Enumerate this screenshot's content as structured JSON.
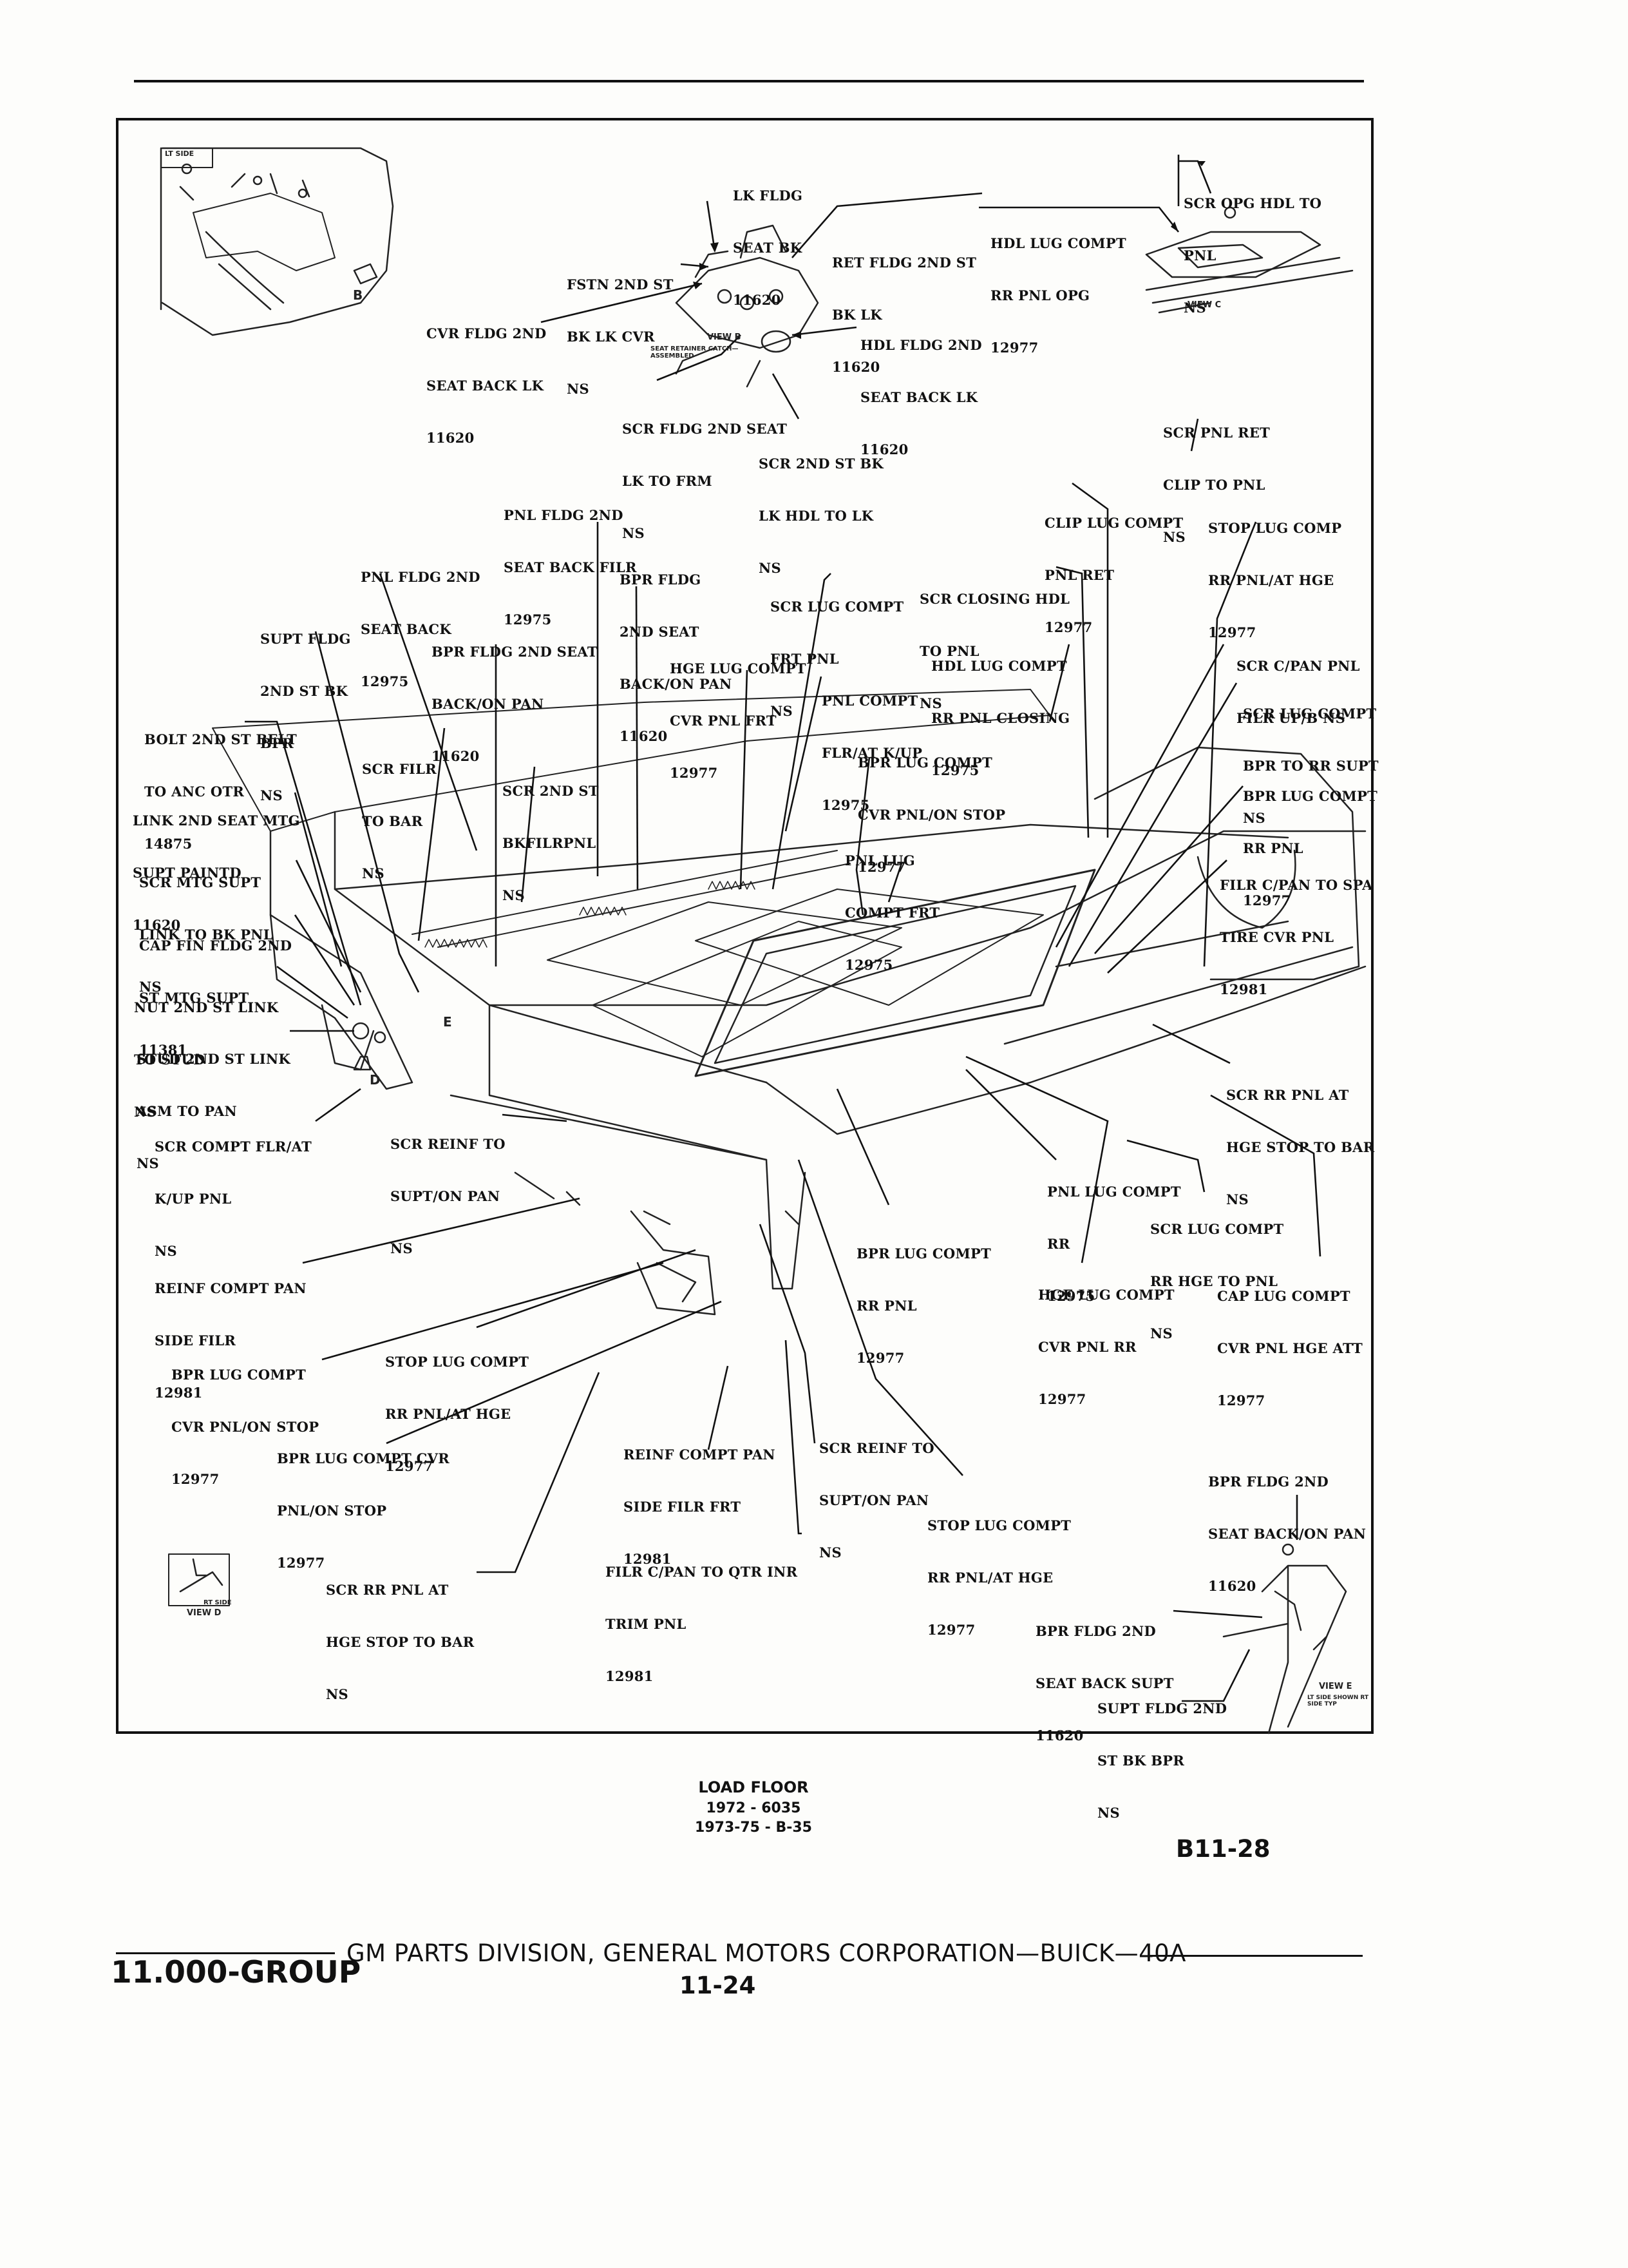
{
  "diagram": {
    "labels": [
      {
        "id": "lk-fldg-seat-bk",
        "lines": [
          "LK FLDG",
          "SEAT BK",
          "11620"
        ]
      },
      {
        "id": "scr-opg-hdl",
        "lines": [
          "SCR OPG HDL TO",
          "PNL",
          "NS"
        ]
      },
      {
        "id": "hdl-lug-compt-opg",
        "lines": [
          "HDL LUG COMPT",
          "RR PNL OPG",
          "12977"
        ]
      },
      {
        "id": "ret-fldg-2nd-st",
        "lines": [
          "RET FLDG 2ND ST",
          "BK LK",
          "11620"
        ]
      },
      {
        "id": "fstn-2nd-st",
        "lines": [
          "FSTN 2ND ST",
          "BK LK CVR",
          "NS"
        ]
      },
      {
        "id": "cvr-fldg-2nd",
        "lines": [
          "CVR FLDG 2ND",
          "SEAT BACK LK",
          "11620"
        ]
      },
      {
        "id": "hdl-fldg-2nd",
        "lines": [
          "HDL FLDG 2ND",
          "SEAT BACK LK",
          "11620"
        ]
      },
      {
        "id": "scr-fldg-2nd-seat",
        "lines": [
          "SCR FLDG 2ND SEAT",
          "LK TO FRM",
          "NS"
        ]
      },
      {
        "id": "scr-2nd-st-bk",
        "lines": [
          "SCR 2ND ST BK",
          "LK HDL TO LK",
          "NS"
        ]
      },
      {
        "id": "scr-pnl-ret",
        "lines": [
          "SCR PNL RET",
          "CLIP TO PNL",
          "NS"
        ]
      },
      {
        "id": "pnl-fldg-2nd-filr",
        "lines": [
          "PNL FLDG 2ND",
          "SEAT BACK FILR",
          "12975"
        ]
      },
      {
        "id": "clip-lug-compt",
        "lines": [
          "CLIP LUG COMPT",
          "PNL RET",
          "12977"
        ]
      },
      {
        "id": "stop-lug-comp",
        "lines": [
          "STOP LUG COMP",
          "RR PNL/AT HGE",
          "12977"
        ]
      },
      {
        "id": "pnl-fldg-2nd-seat-back",
        "lines": [
          "PNL FLDG 2ND",
          "SEAT BACK",
          "12975"
        ]
      },
      {
        "id": "bpr-fldg-2nd-seat-back-on-pan-top",
        "lines": [
          "BPR FLDG",
          "2ND SEAT",
          "BACK/ON PAN",
          "11620"
        ]
      },
      {
        "id": "scr-lug-compt-frt",
        "lines": [
          "SCR LUG COMPT",
          "FRT PNL",
          "NS"
        ]
      },
      {
        "id": "scr-closing-hdl",
        "lines": [
          "SCR CLOSING HDL",
          "TO PNL",
          "NS"
        ]
      },
      {
        "id": "supt-fldg-2nd",
        "lines": [
          "SUPT FLDG",
          "2ND ST BK",
          "BPR",
          "NS"
        ]
      },
      {
        "id": "bpr-fldg-2nd-seat-back-on-pan-mid",
        "lines": [
          "BPR FLDG 2ND SEAT",
          "BACK/ON PAN",
          "11620"
        ]
      },
      {
        "id": "hge-lug-compt-frt",
        "lines": [
          "HGE LUG COMPT",
          "CVR PNL FRT",
          "12977"
        ]
      },
      {
        "id": "hdl-lug-compt-closing",
        "lines": [
          "HDL LUG COMPT",
          "RR PNL CLOSING",
          "12975"
        ]
      },
      {
        "id": "scr-c-pan-pnl",
        "lines": [
          "SCR C/PAN PNL",
          "FILR UP/B NS"
        ]
      },
      {
        "id": "pnl-compt-flr",
        "lines": [
          "PNL COMPT",
          "FLR/AT K/UP",
          "12975"
        ]
      },
      {
        "id": "scr-lug-compt-bpr",
        "lines": [
          "SCR LUG COMPT",
          "BPR TO RR SUPT",
          "NS"
        ]
      },
      {
        "id": "bolt-2nd-st-belt",
        "lines": [
          "BOLT 2ND ST BELT",
          "TO ANC OTR",
          "14875"
        ]
      },
      {
        "id": "scr-filr-to-bar",
        "lines": [
          "SCR FILR",
          "TO BAR",
          "NS"
        ]
      },
      {
        "id": "bpr-lug-compt-cvr-on-stop-top",
        "lines": [
          "BPR LUG COMPT",
          "CVR PNL/ON STOP",
          "12977"
        ]
      },
      {
        "id": "bpr-lug-compt-rr-pnl-right",
        "lines": [
          "BPR LUG COMPT",
          "RR PNL",
          "12977"
        ]
      },
      {
        "id": "scr-2nd-st-bkfilrpnl",
        "lines": [
          "SCR 2ND ST",
          "BKFILRPNL",
          "NS"
        ]
      },
      {
        "id": "link-2nd-seat-mtg",
        "lines": [
          "LINK 2ND SEAT MTG",
          "SUPT PAINTD",
          "11620"
        ]
      },
      {
        "id": "pnl-lug-compt-frt",
        "lines": [
          "PNL LUG",
          "COMPT FRT",
          "12975"
        ]
      },
      {
        "id": "filr-c-pan-to-spa",
        "lines": [
          "FILR C/PAN TO SPA",
          "TIRE CVR PNL",
          "12981"
        ]
      },
      {
        "id": "scr-mtg-supt",
        "lines": [
          "SCR MTG SUPT",
          "LINK TO BK PNL",
          "NS"
        ]
      },
      {
        "id": "cap-fin-fldg",
        "lines": [
          "CAP FIN FLDG 2ND",
          "ST MTG SUPT",
          "11381"
        ]
      },
      {
        "id": "nut-2nd-st-link",
        "lines": [
          "NUT 2ND ST LINK",
          "TO STUD",
          "NS"
        ]
      },
      {
        "id": "stud-2nd-st-link",
        "lines": [
          "STUD 2ND ST LINK",
          "ASM TO PAN",
          "NS"
        ]
      },
      {
        "id": "scr-rr-pnl-at-hge-right",
        "lines": [
          "SCR RR PNL AT",
          "HGE STOP TO BAR",
          "NS"
        ]
      },
      {
        "id": "scr-compt-flr",
        "lines": [
          "SCR COMPT FLR/AT",
          "K/UP PNL",
          "NS"
        ]
      },
      {
        "id": "scr-reinf-to-supt-top",
        "lines": [
          "SCR REINF TO",
          "SUPT/ON PAN",
          "NS"
        ]
      },
      {
        "id": "pnl-lug-compt-rr",
        "lines": [
          "PNL LUG COMPT",
          "RR",
          "12975"
        ]
      },
      {
        "id": "scr-lug-compt-rr-hge",
        "lines": [
          "SCR LUG COMPT",
          "RR HGE TO PNL",
          "NS"
        ]
      },
      {
        "id": "bpr-lug-compt-rr-pnl-mid",
        "lines": [
          "BPR LUG COMPT",
          "RR PNL",
          "12977"
        ]
      },
      {
        "id": "reinf-compt-pan-side",
        "lines": [
          "REINF COMPT PAN",
          "SIDE FILR",
          "12981"
        ]
      },
      {
        "id": "hge-lug-compt-rr",
        "lines": [
          "HGE LUG COMPT",
          "CVR PNL RR",
          "12977"
        ]
      },
      {
        "id": "cap-lug-compt",
        "lines": [
          "CAP LUG COMPT",
          "CVR PNL HGE ATT",
          "12977"
        ]
      },
      {
        "id": "bpr-lug-compt-cvr-on-stop-left",
        "lines": [
          "BPR LUG COMPT",
          "CVR PNL/ON STOP",
          "12977"
        ]
      },
      {
        "id": "stop-lug-compt-left",
        "lines": [
          "STOP LUG COMPT",
          "RR PNL/AT HGE",
          "12977"
        ]
      },
      {
        "id": "bpr-lug-compt-cvr-pnl-on-stop",
        "lines": [
          "BPR LUG COMPT CVR",
          "PNL/ON STOP",
          "12977"
        ]
      },
      {
        "id": "reinf-compt-pan-side-frt",
        "lines": [
          "REINF COMPT PAN",
          "SIDE FILR FRT",
          "12981"
        ]
      },
      {
        "id": "scr-reinf-to-supt-bottom",
        "lines": [
          "SCR REINF TO",
          "SUPT/ON PAN",
          "NS"
        ]
      },
      {
        "id": "bpr-fldg-2nd-seat-back-on-pan-right",
        "lines": [
          "BPR FLDG 2ND",
          "SEAT BACK/ON PAN",
          "11620"
        ]
      },
      {
        "id": "stop-lug-compt-bottom",
        "lines": [
          "STOP LUG COMPT",
          "RR PNL/AT HGE",
          "12977"
        ]
      },
      {
        "id": "filr-c-pan-to-qtr",
        "lines": [
          "FILR C/PAN TO QTR INR",
          "TRIM PNL",
          "12981"
        ]
      },
      {
        "id": "scr-rr-pnl-at-hge-bottom",
        "lines": [
          "SCR RR PNL AT",
          "HGE STOP TO BAR",
          "NS"
        ]
      },
      {
        "id": "bpr-fldg-2nd-seat-back-supt",
        "lines": [
          "BPR FLDG 2ND",
          "SEAT BACK SUPT",
          "11620"
        ]
      },
      {
        "id": "supt-fldg-2nd-st-bk-bpr",
        "lines": [
          "SUPT FLDG 2ND",
          "ST BK BPR",
          "NS"
        ]
      }
    ],
    "views": {
      "inset_a_tag": "LT SIDE",
      "view_b": "VIEW B",
      "view_b_note": "SEAT RETAINER CATCH—ASSEMBLED",
      "view_c": "VIEW C",
      "view_d": "VIEW D",
      "view_d_tag": "RT SIDE",
      "view_e": "VIEW E",
      "view_e_note": "LT SIDE SHOWN RT SIDE TYP",
      "marker_b": "B",
      "marker_d": "D",
      "marker_e": "E"
    }
  },
  "caption": {
    "title": "LOAD FLOOR",
    "line2": "1972 - 6035",
    "line3": "1973-75 - B-35"
  },
  "figure_ref": "B11-28",
  "footer": {
    "group": "11.000-GROUP",
    "center": "GM PARTS DIVISION, GENERAL MOTORS CORPORATION—BUICK—40A",
    "page": "11-24"
  }
}
